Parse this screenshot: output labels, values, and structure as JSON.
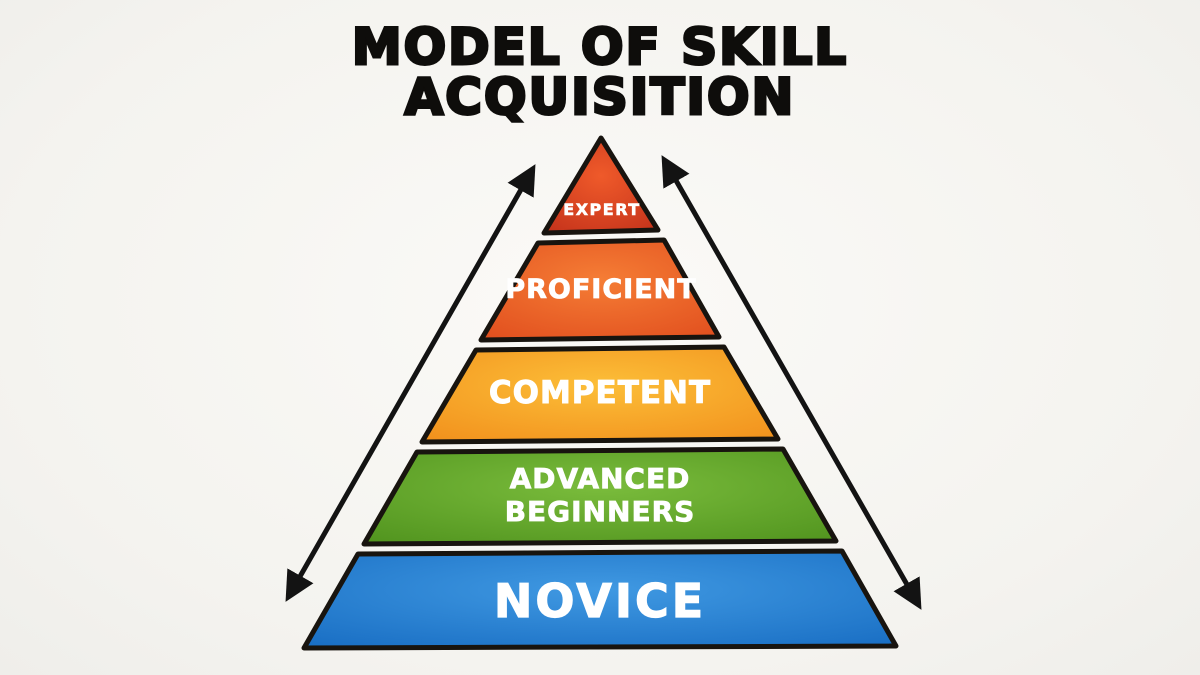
{
  "title": {
    "line1": "MODEL OF SKILL",
    "line2": "ACQUISITION"
  },
  "pyramid": {
    "levels": [
      {
        "label": "EXPERT",
        "color": "#c2301a",
        "color_light": "#ef5a2a"
      },
      {
        "label": "PROFICIENT",
        "color": "#e04c1d",
        "color_light": "#f57d35"
      },
      {
        "label": "COMPETENT",
        "color": "#f18e1b",
        "color_light": "#fcbe38"
      },
      {
        "label": "ADVANCED BEGINNERS",
        "lines": [
          "ADVANCED",
          "BEGINNERS"
        ],
        "color": "#4f921d",
        "color_light": "#7abc3c"
      },
      {
        "label": "NOVICE",
        "color": "#176cc2",
        "color_light": "#4099e2"
      }
    ],
    "outline_color": "#18140f",
    "arrow_color": "#131313",
    "label_text_color": "#ffffff"
  },
  "title_color": "#0e0d0b",
  "background_color": "#f6f5f2"
}
